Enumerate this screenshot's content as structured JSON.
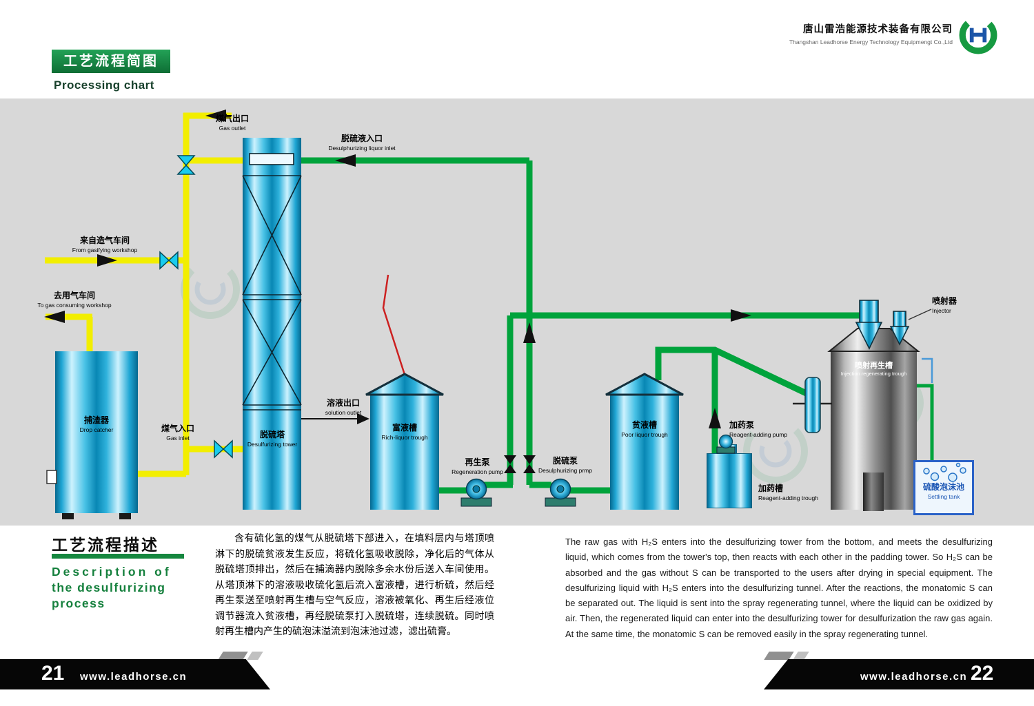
{
  "header": {
    "title_cn": "工艺流程简图",
    "title_en": "Processing chart",
    "company_cn": "唐山雷浩能源技术装备有限公司",
    "company_en": "Thangshan Leadhorse Energy Technology Equipmengt Co.,Ltd"
  },
  "diagram": {
    "gas_outlet": {
      "cn": "煤气出口",
      "en": "Gas outlet"
    },
    "liquor_inlet": {
      "cn": "脱硫液入口",
      "en": "Desulphurizing liquor inlet"
    },
    "from_gasifying": {
      "cn": "来自造气车间",
      "en": "From gasifying workshop"
    },
    "to_gas_consuming": {
      "cn": "去用气车间",
      "en": "To gas consuming workshop"
    },
    "drop_catcher": {
      "cn": "捕渣器",
      "en": "Drop catcher"
    },
    "gas_inlet": {
      "cn": "煤气入口",
      "en": "Gas inlet"
    },
    "tower": {
      "cn": "脱硫塔",
      "en": "Desulfurizing tower"
    },
    "solution_outlet": {
      "cn": "溶液出口",
      "en": "solution outlet"
    },
    "rich_trough": {
      "cn": "富液槽",
      "en": "Rich-liquor trough"
    },
    "regeneration_pump": {
      "cn": "再生泵",
      "en": "Regeneration pump"
    },
    "desulphurizing_pump": {
      "cn": "脱硫泵",
      "en": "Desulphurizing prmp"
    },
    "poor_trough": {
      "cn": "贫液槽",
      "en": "Poor liquor trough"
    },
    "reagent_pump": {
      "cn": "加药泵",
      "en": "Reagent-adding pump"
    },
    "reagent_trough": {
      "cn": "加药槽",
      "en": "Reagent-adding trough"
    },
    "injection_trough": {
      "cn": "喷射再生槽",
      "en": "Injection regenerating trough"
    },
    "injector": {
      "cn": "喷射器",
      "en": "Injector"
    },
    "settling_tank": {
      "cn": "硫酸泡沫池",
      "en": "Settling tank"
    }
  },
  "description": {
    "heading_cn": "工艺流程描述",
    "heading_en": [
      "Description of",
      "the desulfurizing",
      "process"
    ],
    "text_cn": "含有硫化氢的煤气从脱硫塔下部进入，在填料层内与塔顶喷淋下的脱硫贫液发生反应，将硫化氢吸收脱除，净化后的气体从脱硫塔顶排出，然后在捕滴器内脱除多余水份后送入车间使用。从塔顶淋下的溶液吸收硫化氢后流入富液槽，进行析硫，然后经再生泵送至喷射再生槽与空气反应，溶液被氧化、再生后经液位调节器流入贫液槽，再经脱硫泵打入脱硫塔，连续脱硫。同时喷射再生槽内产生的硫泡沫溢流到泡沫池过滤，滤出硫膏。",
    "text_en": "The raw gas with H₂S enters into the desulfurizing tower from the bottom, and meets the desulfurizing liquid, which comes from the tower's top, then reacts with each other in the padding tower. So H₂S can be absorbed and the gas without S can be transported to the users after drying in special equipment. The desulfurizing liquid with H₂S enters into the desulfurizing tunnel. After the reactions, the monatomic S can be separated out. The liquid is sent into the spray regenerating tunnel, where the liquid can be oxidized by air. Then, the regenerated liquid can enter into the desulfurizing tower for desulfurization the raw gas again. At the same time, the monatomic S can be removed easily in the spray regenerating tunnel."
  },
  "footer": {
    "page_left": "21",
    "page_right": "22",
    "site_left": "www.leadhorse.cn",
    "site_right": "www.leadhorse.cn"
  },
  "colors": {
    "pipe_gas": "#f2ee00",
    "pipe_liquid": "#00a33c",
    "brand_green": "#15873f",
    "tank_cyan": "#0aa0cc",
    "diagram_bg": "#d8d8d8"
  }
}
